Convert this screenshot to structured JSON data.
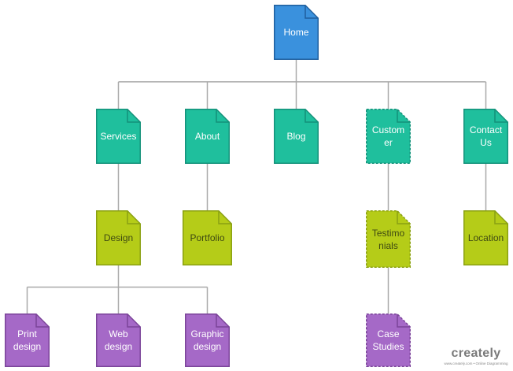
{
  "pages": {
    "home": {
      "label": "Home",
      "fill": "#3a91dd",
      "stroke": "#1f5f9e",
      "text_color": "#ffffff",
      "dashed": false
    },
    "services": {
      "label": "Services",
      "fill": "#1fbf9d",
      "stroke": "#14917a",
      "text_color": "#ffffff",
      "dashed": false
    },
    "about": {
      "label": "About",
      "fill": "#1fbf9d",
      "stroke": "#14917a",
      "text_color": "#ffffff",
      "dashed": false
    },
    "blog": {
      "label": "Blog",
      "fill": "#1fbf9d",
      "stroke": "#14917a",
      "text_color": "#ffffff",
      "dashed": false
    },
    "customer": {
      "label": "Custom\ner",
      "fill": "#1fbf9d",
      "stroke": "#14917a",
      "text_color": "#ffffff",
      "dashed": true
    },
    "contact_us": {
      "label": "Contact\nUs",
      "fill": "#1fbf9d",
      "stroke": "#14917a",
      "text_color": "#ffffff",
      "dashed": false
    },
    "design": {
      "label": "Design",
      "fill": "#b5cc18",
      "stroke": "#8aa012",
      "text_color": "#3f4a12",
      "dashed": false
    },
    "portfolio": {
      "label": "Portfolio",
      "fill": "#b5cc18",
      "stroke": "#8aa012",
      "text_color": "#3f4a12",
      "dashed": false
    },
    "testimonials": {
      "label": "Testimo\nnials",
      "fill": "#b5cc18",
      "stroke": "#8aa012",
      "text_color": "#3f4a12",
      "dashed": true
    },
    "location": {
      "label": "Location",
      "fill": "#b5cc18",
      "stroke": "#8aa012",
      "text_color": "#3f4a12",
      "dashed": false
    },
    "print_design": {
      "label": "Print\ndesign",
      "fill": "#a569c7",
      "stroke": "#7b4499",
      "text_color": "#ffffff",
      "dashed": false
    },
    "web_design": {
      "label": "Web\ndesign",
      "fill": "#a569c7",
      "stroke": "#7b4499",
      "text_color": "#ffffff",
      "dashed": false
    },
    "graphic_design": {
      "label": "Graphic\ndesign",
      "fill": "#a569c7",
      "stroke": "#7b4499",
      "text_color": "#ffffff",
      "dashed": false
    },
    "case_studies": {
      "label": "Case\nStudies",
      "fill": "#a569c7",
      "stroke": "#7b4499",
      "text_color": "#ffffff",
      "dashed": true
    }
  },
  "edges": [
    {
      "from": "home",
      "to": "services"
    },
    {
      "from": "home",
      "to": "about"
    },
    {
      "from": "home",
      "to": "blog"
    },
    {
      "from": "home",
      "to": "customer"
    },
    {
      "from": "home",
      "to": "contact_us"
    },
    {
      "from": "services",
      "to": "design"
    },
    {
      "from": "about",
      "to": "portfolio"
    },
    {
      "from": "customer",
      "to": "testimonials"
    },
    {
      "from": "contact_us",
      "to": "location"
    },
    {
      "from": "design",
      "to": "print_design"
    },
    {
      "from": "design",
      "to": "web_design"
    },
    {
      "from": "design",
      "to": "graphic_design"
    },
    {
      "from": "testimonials",
      "to": "case_studies"
    }
  ],
  "connector_color": "#a9a9a9",
  "watermark": {
    "brand": "creately",
    "tagline": "www.creately.com • Online Diagramming"
  }
}
